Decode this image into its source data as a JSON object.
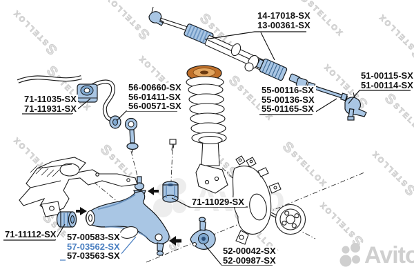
{
  "watermark": {
    "brand": "STELLOX",
    "logo_letter": "S"
  },
  "avito": {
    "text": "Avito"
  },
  "labels": {
    "steering_rack": {
      "line1": "14-17018-SX",
      "line2": "13-00361-SX"
    },
    "tie_rod_end": {
      "line1": "51-00115-SX",
      "line2": "51-00114-SX"
    },
    "inner_tie_rod": {
      "line1": "55-00116-SX",
      "line2": "55-00136-SX",
      "line3": "55-01165-SX"
    },
    "stab_link": {
      "line1": "56-00660-SX",
      "line2": "56-01411-SX",
      "line3": "56-00571-SX"
    },
    "stab_bushing": {
      "line1": "71-11035-SX",
      "line2": "71-11931-SX"
    },
    "front_bushing": {
      "line1": "71-11112-SX"
    },
    "rear_bushing": {
      "line1": "71-11029-SX"
    },
    "control_arm": {
      "line1": "57-00583-SX",
      "line2": "57-03562-SX",
      "line3": "57-03563-SX"
    },
    "ball_joint": {
      "line1": "52-00042-SX",
      "line2": "52-00987-SX"
    }
  },
  "colors": {
    "part_highlight": "#a9c6e4",
    "part_highlight_dark": "#7fa8d0",
    "label_link_blue": "#4a7fc1",
    "mount_orange_outer": "#c0702a",
    "mount_orange_inner": "#e2a55f",
    "watermark_gray": "#d6d6d6",
    "avito_gray": "#cfcfcf",
    "line_black": "#1b1b1b"
  }
}
